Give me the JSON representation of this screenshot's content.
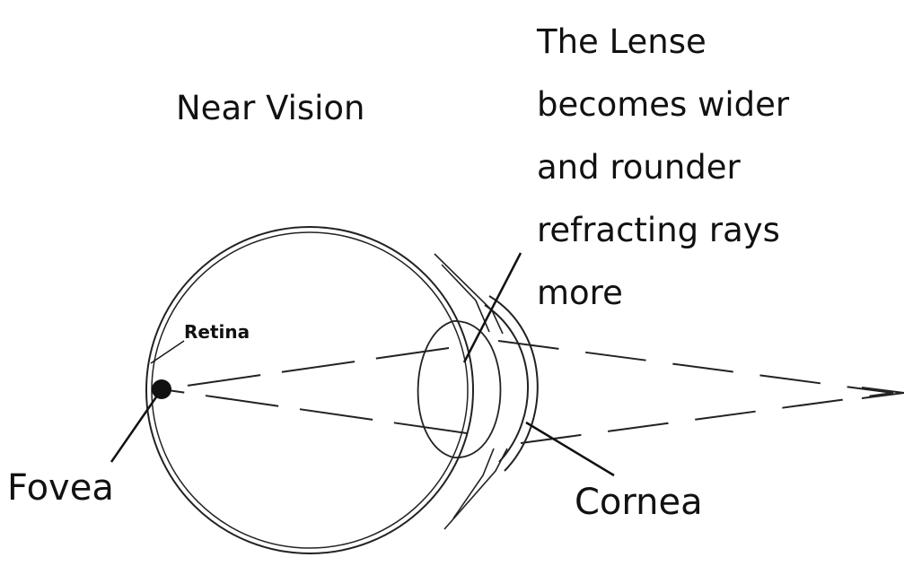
{
  "title": "Near Vision",
  "caption_lines": [
    "The Lense",
    "becomes wider",
    "and rounder",
    "refracting rays",
    "more"
  ],
  "labels": {
    "retina": "Retina",
    "fovea": "Fovea",
    "cornea": "Cornea"
  },
  "colors": {
    "ink": "#111111",
    "background": "#ffffff"
  }
}
